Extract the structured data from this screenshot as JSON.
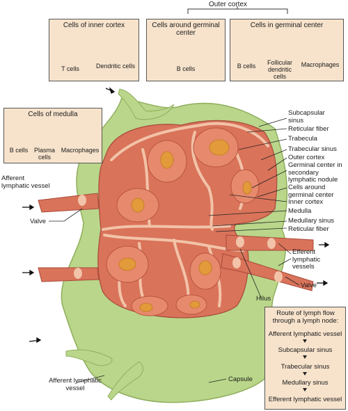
{
  "outer_cortex_title": "Outer cortex",
  "inner_cortex_box": {
    "title": "Cells of inner cortex",
    "cells": [
      "T cells",
      "Dendritic cells"
    ]
  },
  "germinal_center_box": {
    "title": "Cells around germinal center",
    "cells": [
      "B cells"
    ]
  },
  "in_germinal_box": {
    "title": "Cells in germinal center",
    "cells": [
      "B cells",
      "Follicular dendritic cells",
      "Macrophages"
    ]
  },
  "medulla_box": {
    "title": "Cells of medulla",
    "cells": [
      "B cells",
      "Plasma cells",
      "Macrophages"
    ]
  },
  "right_labels": [
    "Subcapsular sinus",
    "Reticular fiber",
    "Trabecula",
    "Trabecular sinus",
    "Outer cortex",
    "Germinal center in secondary lymphatic nodule",
    "Cells around germinal center",
    "Inner cortex",
    "Medulla",
    "Medullary sinus",
    "Reticular fiber"
  ],
  "efferent_label": "Efferent lymphatic vessels",
  "valve_right": "Valve",
  "hilus": "Hilus",
  "capsule": "Capsule",
  "afferent_top": "Afferent lymphatic vessel",
  "valve_left": "Valve",
  "afferent_bottom": "Afferent lymphatic vessel",
  "route": {
    "title": "Route of lymph flow through a lymph node:",
    "steps": [
      "Afferent lymphatic vessel",
      "Subcapsular sinus",
      "Trabecular sinus",
      "Medullary sinus",
      "Efferent lymphatic vessel"
    ]
  },
  "colors": {
    "capsule": "#b9d68a",
    "capsule_edge": "#8fae5c",
    "node": "#d9735a",
    "nodule": "#e7896c",
    "germinal": "#e29a3a",
    "sinus": "#f2c3a8",
    "box": "#f7e3cc",
    "b_cell": "#c9b7e6",
    "nucleus": "#6b2d8f",
    "dendritic": "#eaa064",
    "macrophage": "#d9468a"
  }
}
